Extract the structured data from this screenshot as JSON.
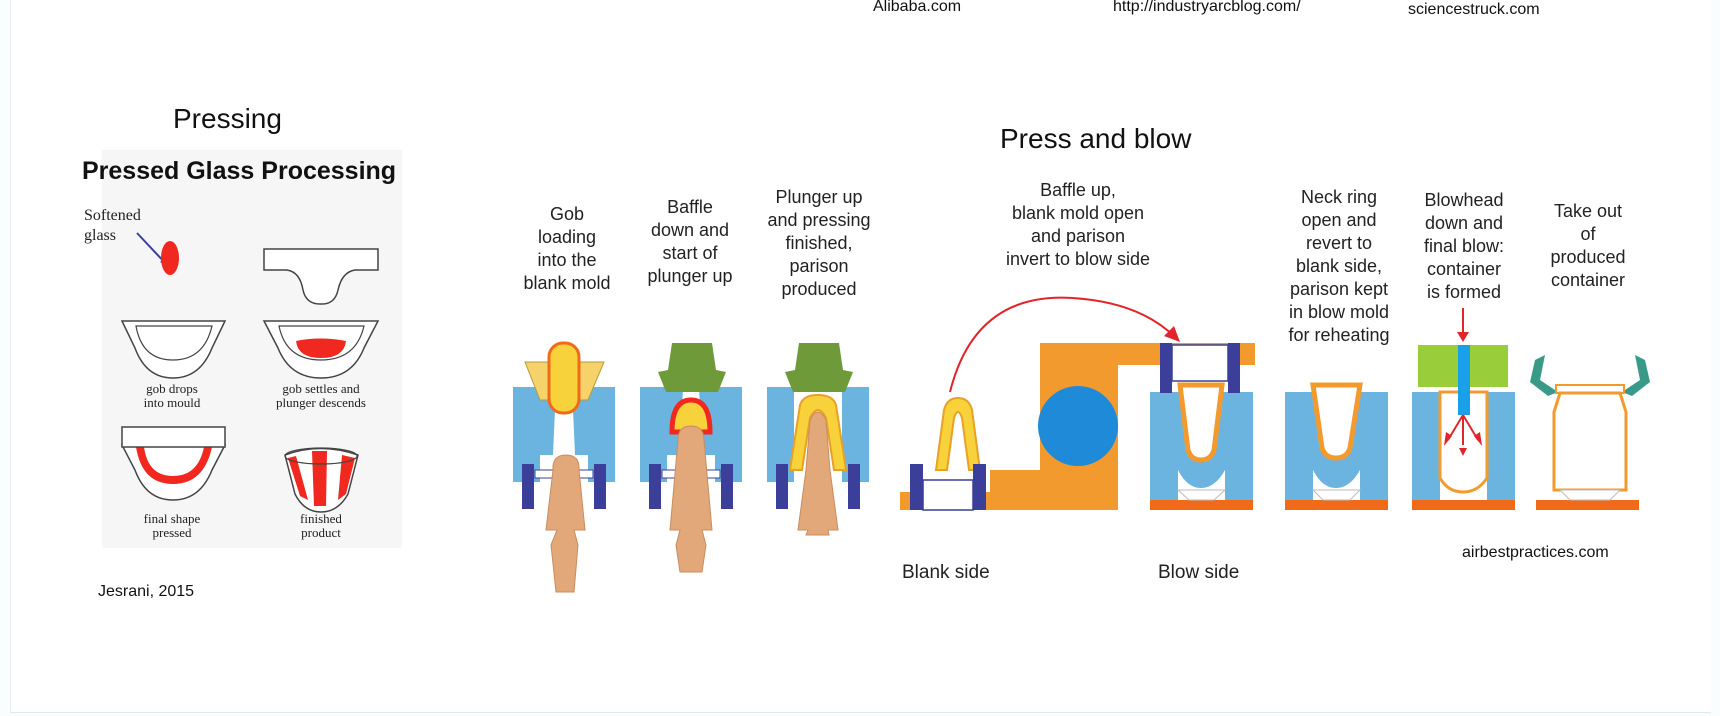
{
  "sources": {
    "alibaba": "Alibaba.com",
    "industryarc": "http://industryarcblog.com/",
    "sciencestruck": "sciencestruck.com",
    "airbest": "airbestpractices.com",
    "jesrani": "Jesrani, 2015"
  },
  "pressing": {
    "heading": "Pressing",
    "figure_title": "Pressed Glass Processing",
    "softened_glass": "Softened\nglass",
    "captions": {
      "gob_drops": "gob drops\ninto mould",
      "gob_settles": "gob settles and\nplunger descends",
      "final_shape": "final shape\npressed",
      "finished": "finished\nproduct"
    }
  },
  "press_and_blow": {
    "heading": "Press and blow",
    "steps": [
      "Gob\nloading\ninto the\nblank mold",
      "Baffle\ndown and\nstart of\nplunger up",
      "Plunger up\nand pressing\nfinished,\nparison\nproduced",
      "Baffle up,\nblank mold open\nand parison\ninvert to blow side",
      "Neck ring\nopen and\nrevert to\nblank side,\nparison kept\nin blow mold\nfor reheating",
      "Blowhead\ndown and\nfinal blow:\ncontainer\nis formed",
      "Take out\nof\nproduced\ncontainer"
    ],
    "blank_side": "Blank side",
    "blow_side": "Blow side"
  },
  "colors": {
    "mold_blue": "#6cb4e0",
    "neck_ring": "#3b3f9a",
    "gob_yellow": "#f8d23a",
    "plunger": "#e2a87a",
    "baffle_green": "#6e9a3a",
    "frame_orange": "#f39a2e",
    "glass_red": "#f0281f"
  }
}
